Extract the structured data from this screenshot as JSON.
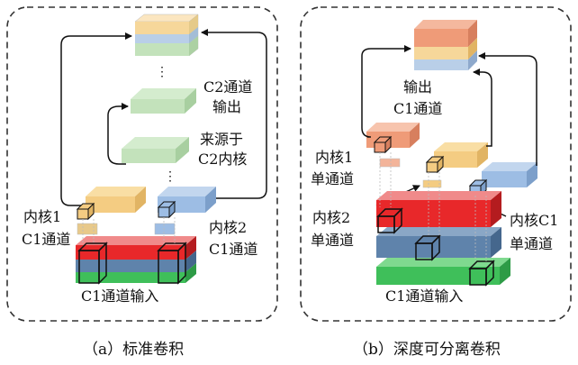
{
  "panel_a": {
    "caption": "（a）标准卷积",
    "label_c2_channel": "C2通道",
    "label_output": "输出",
    "label_from": "来源于",
    "label_c2_kernels": "C2内核",
    "label_kernel1": "内核1",
    "label_kernel1_channel": "C1通道",
    "label_kernel2": "内核2",
    "label_kernel2_channel": "C1通道",
    "label_input": "C1通道输入",
    "dots": "⋮"
  },
  "panel_b": {
    "caption": "（b）深度可分离卷积",
    "label_output": "输出",
    "label_output_channel": "C1通道",
    "label_kernel1": "内核1",
    "label_kernel1_single": "单通道",
    "label_kernel2": "内核2",
    "label_kernel2_single": "单通道",
    "label_kernelc1": "内核C1",
    "label_kernelc1_single": "单通道",
    "label_input": "C1通道输入"
  },
  "colors": {
    "orange": "#f4cc82",
    "blue": "#9dbde4",
    "green_light": "#bfe0b6",
    "red": "#e8282a",
    "steel_blue": "#5f83ab",
    "green": "#3fbf5a",
    "salmon": "#ef9b78",
    "border": "#333333"
  }
}
